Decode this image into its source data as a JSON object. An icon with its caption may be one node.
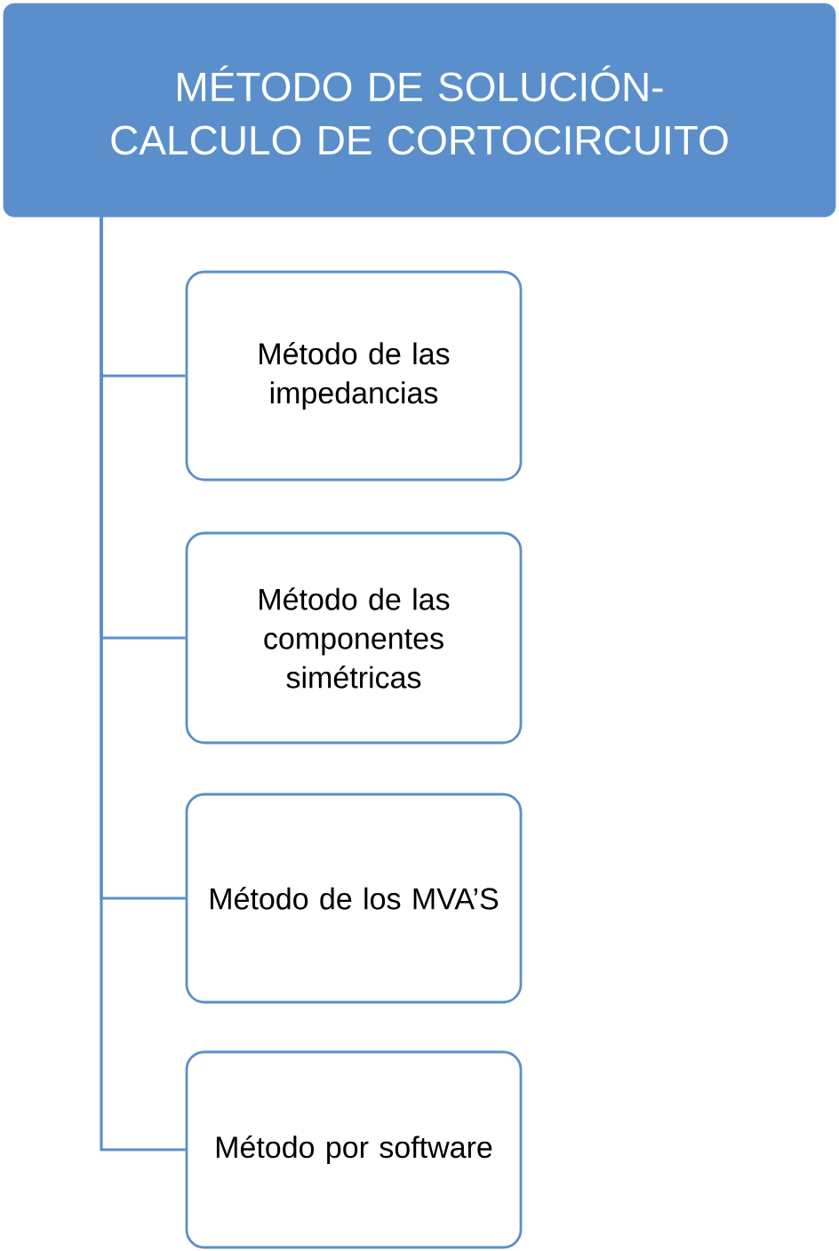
{
  "diagram": {
    "nodes": [
      {
        "text": [
          "MÉTODO DE SOLUCIÓN- CALCULO DE CORTOCIRCUITO"
        ]
      },
      {
        "text": [
          "Método de las impedancias"
        ]
      },
      {
        "text": [
          "Método de las componentes simétricas"
        ]
      },
      {
        "text": [
          "Método de los MVA’S"
        ]
      },
      {
        "text": [
          "Método por software"
        ]
      }
    ],
    "edges": [
      {
        "from": 0,
        "to": 1,
        "arrow": "none"
      },
      {
        "from": 0,
        "to": 2,
        "arrow": "none"
      },
      {
        "from": 0,
        "to": 3,
        "arrow": "none"
      },
      {
        "from": 0,
        "to": 4,
        "arrow": "none"
      }
    ]
  }
}
